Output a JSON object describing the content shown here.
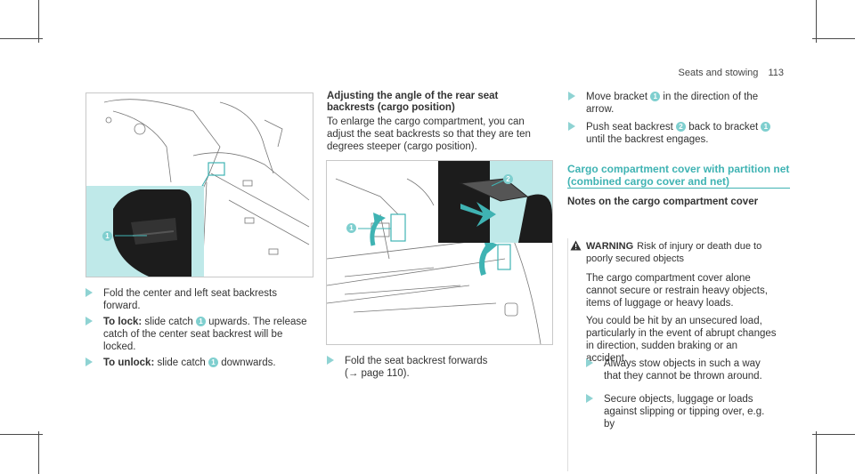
{
  "header": {
    "section": "Seats and stowing",
    "page": "113"
  },
  "left": {
    "steps": [
      {
        "id": "s1",
        "text": "Fold the center and left seat backrests forward."
      },
      {
        "id": "s2",
        "bold": "To lock:",
        "text_a": " slide catch ",
        "callout": "1",
        "text_b": " upwards. The release catch of the center seat backrest will be locked."
      },
      {
        "id": "s3",
        "bold": "To unlock:",
        "text_a": " slide catch ",
        "callout": "1",
        "text_b": " downwards."
      }
    ],
    "figure_callout": "1"
  },
  "middle": {
    "heading": "Adjusting the angle of the rear seat backrests (cargo position)",
    "intro": "To enlarge the cargo compartment, you can adjust the seat backrests so that they are ten degrees steeper (cargo position).",
    "figure_callouts": [
      "1",
      "2"
    ],
    "step": {
      "text": "Fold the seat backrest forwards",
      "ref": "(→ page 110)."
    }
  },
  "right": {
    "steps": [
      {
        "text_a": "Move bracket ",
        "callout": "1",
        "text_b": " in the direction of the arrow."
      },
      {
        "text_a": "Push seat backrest ",
        "callout": "2",
        "text_b": " back to bracket ",
        "callout2": "1",
        "text_c": " until the backrest engages."
      }
    ],
    "section_title": "Cargo compartment cover with partition net (combined cargo cover and net)",
    "notes_heading": "Notes on the cargo compartment cover",
    "warning": {
      "label": "WARNING",
      "title": "Risk of injury or death due to poorly secured objects",
      "body": "The cargo compartment cover alone cannot secure or restrain heavy objects, items of luggage or heavy loads.",
      "body2": "You could be hit by an unsecured load, particularly in the event of abrupt changes in direction, sudden braking or an accident.",
      "bullets": [
        "Always stow objects in such a way that they cannot be thrown around.",
        "Secure objects, luggage or loads against slipping or tipping over, e.g. by"
      ]
    }
  },
  "colors": {
    "accent": "#3fb3b3",
    "callout": "#7fcfcf",
    "inset": "#bfe9e9"
  }
}
